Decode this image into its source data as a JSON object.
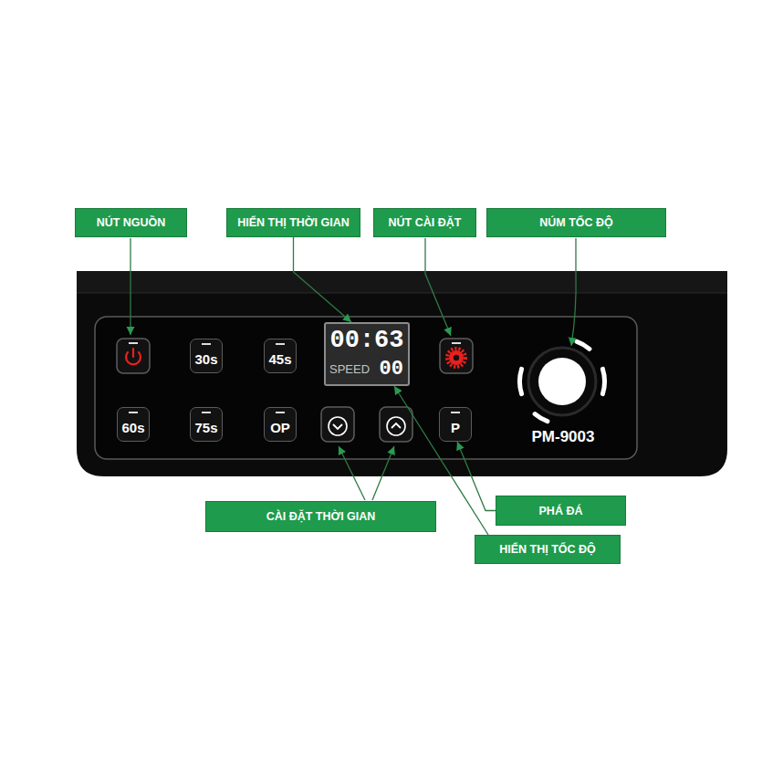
{
  "diagram": {
    "nodes": [
      {
        "text": [
          "NÚT NGUỒN"
        ]
      },
      {
        "text": [
          "HIỂN THỊ THỜI GIAN"
        ]
      },
      {
        "text": [
          "NÚT CÀI ĐẶT"
        ]
      },
      {
        "text": [
          "NÚM TỐC ĐỘ"
        ]
      },
      {
        "text": [
          "PM-9003"
        ]
      },
      {
        "text": [
          "30s"
        ],
        "in": 4
      },
      {
        "text": [
          "45s"
        ],
        "in": 4
      },
      {
        "text": [
          "00:63",
          "SPEED",
          "00"
        ],
        "in": 4
      },
      {
        "text": [
          "60s"
        ],
        "in": 4
      },
      {
        "text": [
          "75s"
        ],
        "in": 4
      },
      {
        "text": [
          "OP"
        ],
        "in": 4
      },
      {
        "text": [
          "P"
        ],
        "in": 4
      },
      {
        "text": [
          "CÀI ĐẶT THỜI GIAN"
        ]
      },
      {
        "text": [
          "PHÁ ĐÁ"
        ]
      },
      {
        "text": [
          "HIỂN THỊ TỐC ĐỘ"
        ]
      }
    ],
    "edges": [
      {
        "from": 1,
        "to": 7,
        "arrow": "to"
      },
      {
        "from": 14,
        "to": 7,
        "arrow": "to"
      },
      {
        "from": 13,
        "to": 11,
        "arrow": "to"
      }
    ]
  }
}
